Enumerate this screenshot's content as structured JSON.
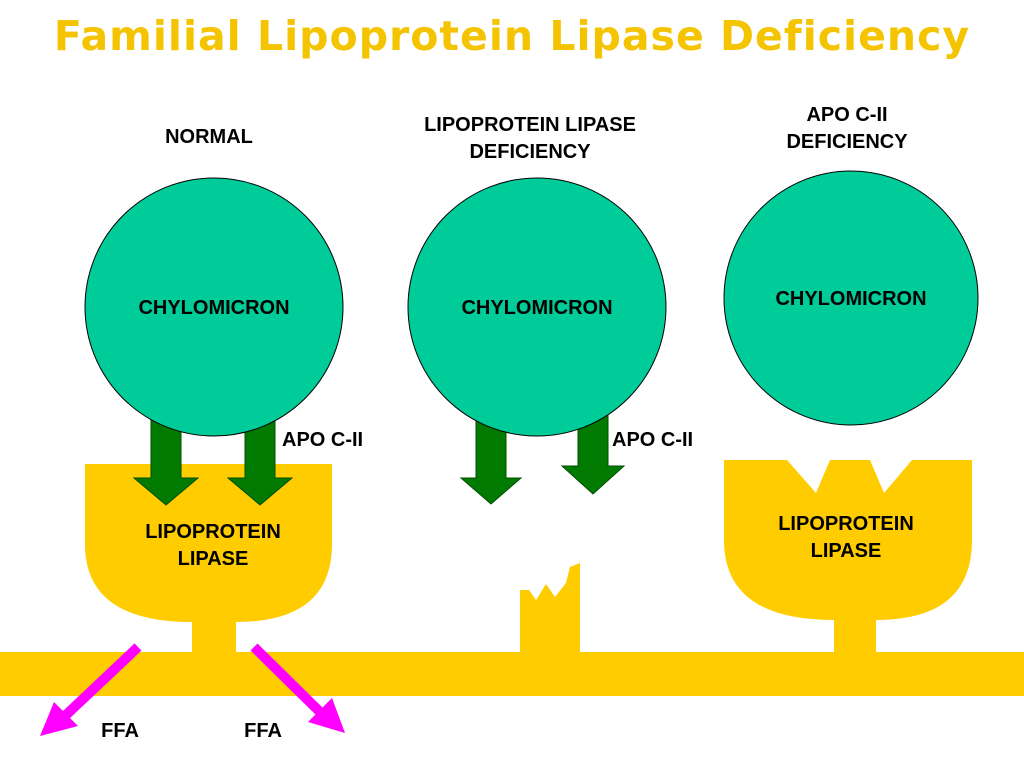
{
  "title": "Familial Lipoprotein Lipase Deficiency",
  "colors": {
    "title": "#f5c400",
    "chylomicron": "#00cc99",
    "lipase": "#ffcc00",
    "arrow_green": "#007a00",
    "arrow_ffa": "#ff00ff"
  },
  "panels": {
    "normal": {
      "heading": "NORMAL",
      "chylomicron": "CHYLOMICRON",
      "apo": "APO C-II",
      "lipase_line1": "LIPOPROTEIN",
      "lipase_line2": "LIPASE",
      "ffa_left": "FFA",
      "ffa_right": "FFA"
    },
    "lpl_deficiency": {
      "heading_line1": "LIPOPROTEIN LIPASE",
      "heading_line2": "DEFICIENCY",
      "chylomicron": "CHYLOMICRON",
      "apo": "APO C-II"
    },
    "apo_deficiency": {
      "heading_line1": "APO C-II",
      "heading_line2": "DEFICIENCY",
      "chylomicron": "CHYLOMICRON",
      "lipase_line1": "LIPOPROTEIN",
      "lipase_line2": "LIPASE"
    }
  }
}
